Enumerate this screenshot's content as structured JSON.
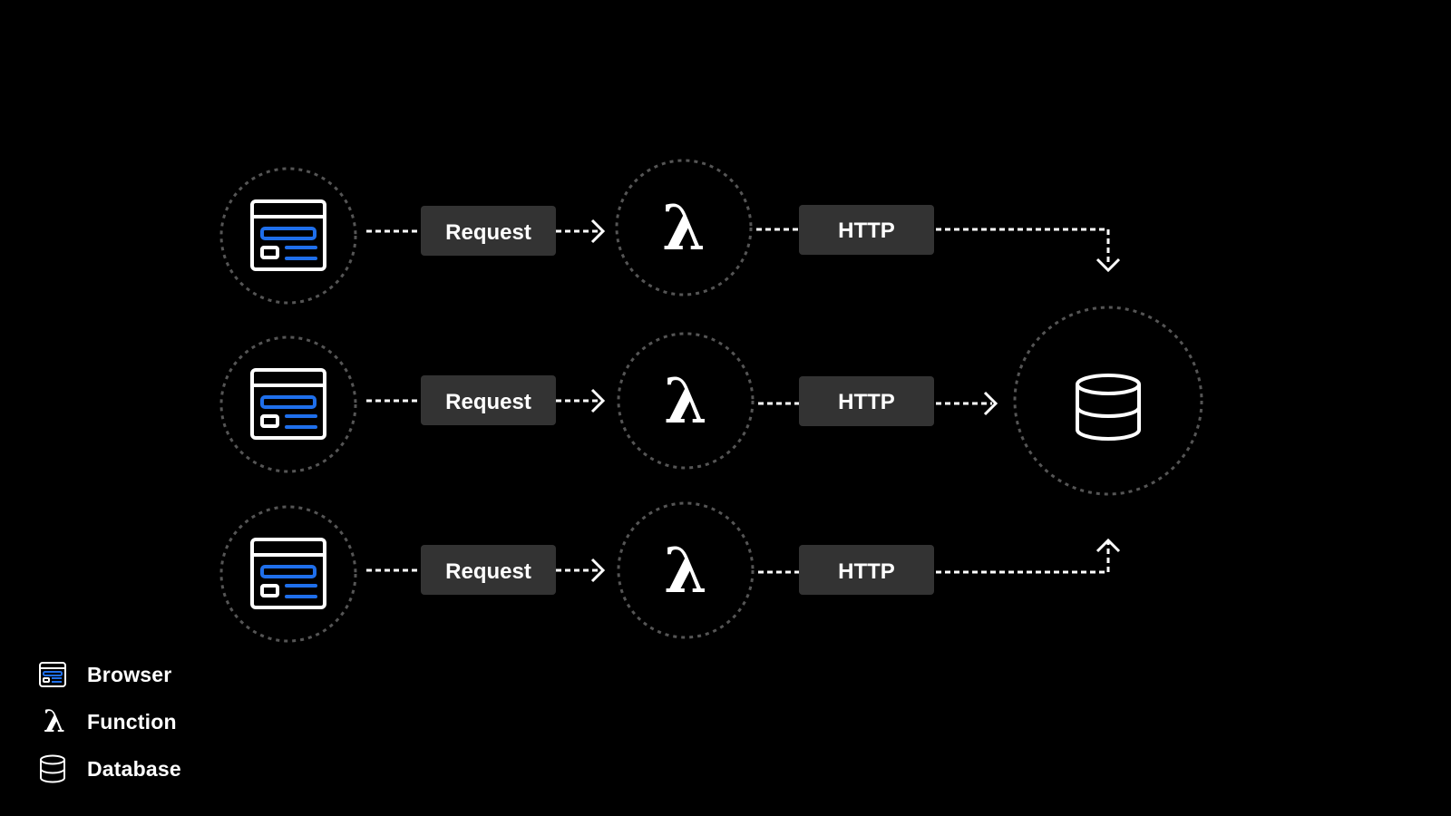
{
  "diagram": {
    "rows": [
      {
        "request_label": "Request",
        "function_symbol": "λ",
        "http_label": "HTTP"
      },
      {
        "request_label": "Request",
        "function_symbol": "λ",
        "http_label": "HTTP"
      },
      {
        "request_label": "Request",
        "function_symbol": "λ",
        "http_label": "HTTP"
      }
    ],
    "colors": {
      "background": "#000000",
      "accent": "#1f6feb",
      "label_box": "#333333",
      "dashed_ring": "#555555",
      "line": "#ffffff"
    }
  },
  "legend": {
    "items": [
      {
        "icon": "browser-icon",
        "label": "Browser"
      },
      {
        "icon": "lambda-icon",
        "label": "Function",
        "symbol": "λ"
      },
      {
        "icon": "database-icon",
        "label": "Database"
      }
    ]
  }
}
